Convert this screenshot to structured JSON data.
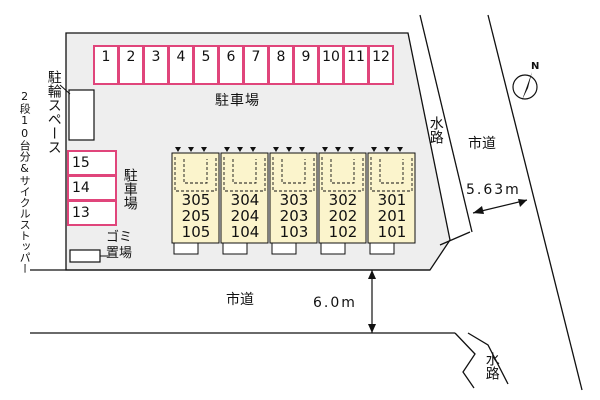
{
  "colors": {
    "site_fill": "#eeeeee",
    "parking_border": "#e0457b",
    "parking_fill": "#ffffff",
    "building_fill": "#fbf4cc",
    "line": "#111111"
  },
  "parking_top": [
    "1",
    "2",
    "3",
    "4",
    "5",
    "6",
    "7",
    "8",
    "9",
    "10",
    "11",
    "12"
  ],
  "parking_top_label": "駐車場",
  "parking_left": [
    "15",
    "14",
    "13"
  ],
  "parking_left_label": "駐車場",
  "bicycle_label": "駐輪スペース",
  "bicycle_note": "2段10台分&サイクルストッパー",
  "garbage_label": "ゴミ置場",
  "buildings": [
    {
      "rooms": [
        "305",
        "205",
        "105"
      ]
    },
    {
      "rooms": [
        "304",
        "204",
        "104"
      ]
    },
    {
      "rooms": [
        "303",
        "203",
        "103"
      ]
    },
    {
      "rooms": [
        "302",
        "202",
        "102"
      ]
    },
    {
      "rooms": [
        "301",
        "201",
        "101"
      ]
    }
  ],
  "waterway_label": "水路",
  "road_east_label": "市道",
  "road_east_width": "5.63m",
  "road_south_label": "市道",
  "road_south_width": "6.0m",
  "waterway_south_label": "水路",
  "north_symbol": "N"
}
